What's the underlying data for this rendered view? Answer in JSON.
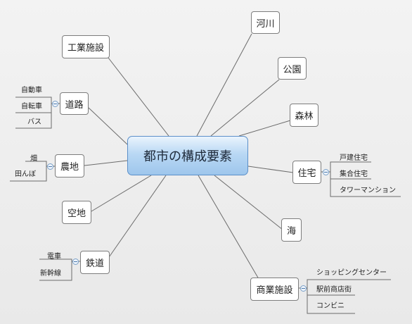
{
  "center": {
    "label": "都市の構成要素"
  },
  "nodes": {
    "kasen": "河川",
    "kogyo": "工業施設",
    "koen": "公園",
    "doro": "道路",
    "shinrin": "森林",
    "nochi": "農地",
    "jutaku": "住宅",
    "akichi": "空地",
    "umi": "海",
    "tetsudo": "鉄道",
    "shogyo": "商業施設"
  },
  "leaves": {
    "doro": [
      "自動車",
      "自転車",
      "バス"
    ],
    "nochi": [
      "畑",
      "田んぼ"
    ],
    "jutaku": [
      "戸建住宅",
      "集合住宅",
      "タワーマンション"
    ],
    "tetsudo": [
      "電車",
      "新幹線"
    ],
    "shogyo": [
      "ショッピングセンター",
      "駅前商店街",
      "コンビニ"
    ]
  },
  "colors": {
    "center_fill": "#b9d8f4",
    "center_border": "#5b8fc9",
    "link": "#666666",
    "node_border": "#7d7d7d"
  }
}
